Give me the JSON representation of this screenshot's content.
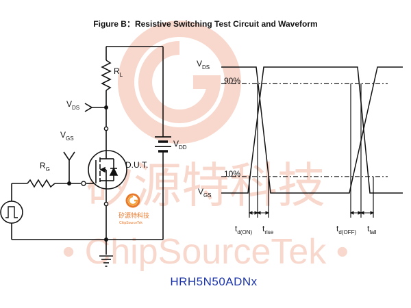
{
  "title": "Figure B：Resistive Switching Test Circuit and Waveform",
  "part_number": "HRH5N50ADNx",
  "watermark": {
    "cjk": "矽源特科技",
    "latin": "• ChipSourceTek •",
    "color": "#f3b8a4"
  },
  "circuit": {
    "rl": {
      "main": "R",
      "sub": "L"
    },
    "vds": {
      "main": "V",
      "sub": "DS"
    },
    "vgs": {
      "main": "V",
      "sub": "GS"
    },
    "rg": {
      "main": "R",
      "sub": "G"
    },
    "vdd": {
      "main": "V",
      "sub": "DD"
    },
    "dut": "D.U.T.",
    "logo_cjk": "矽源特科技",
    "logo_latin": "ChipSourceTek"
  },
  "waveform": {
    "vds": {
      "main": "V",
      "sub": "DS"
    },
    "vgs": {
      "main": "V",
      "sub": "GS"
    },
    "p90": "90%",
    "p10": "10%",
    "td_on": {
      "main": "t",
      "sub": "d(ON)"
    },
    "t_rise": {
      "main": "t",
      "sub": "rise"
    },
    "td_off": {
      "main": "t",
      "sub": "d(OFF)"
    },
    "t_fall": {
      "main": "t",
      "sub": "fall"
    }
  },
  "colors": {
    "ink": "#111111",
    "part": "#1a33a8",
    "logo": "#e8792b"
  }
}
